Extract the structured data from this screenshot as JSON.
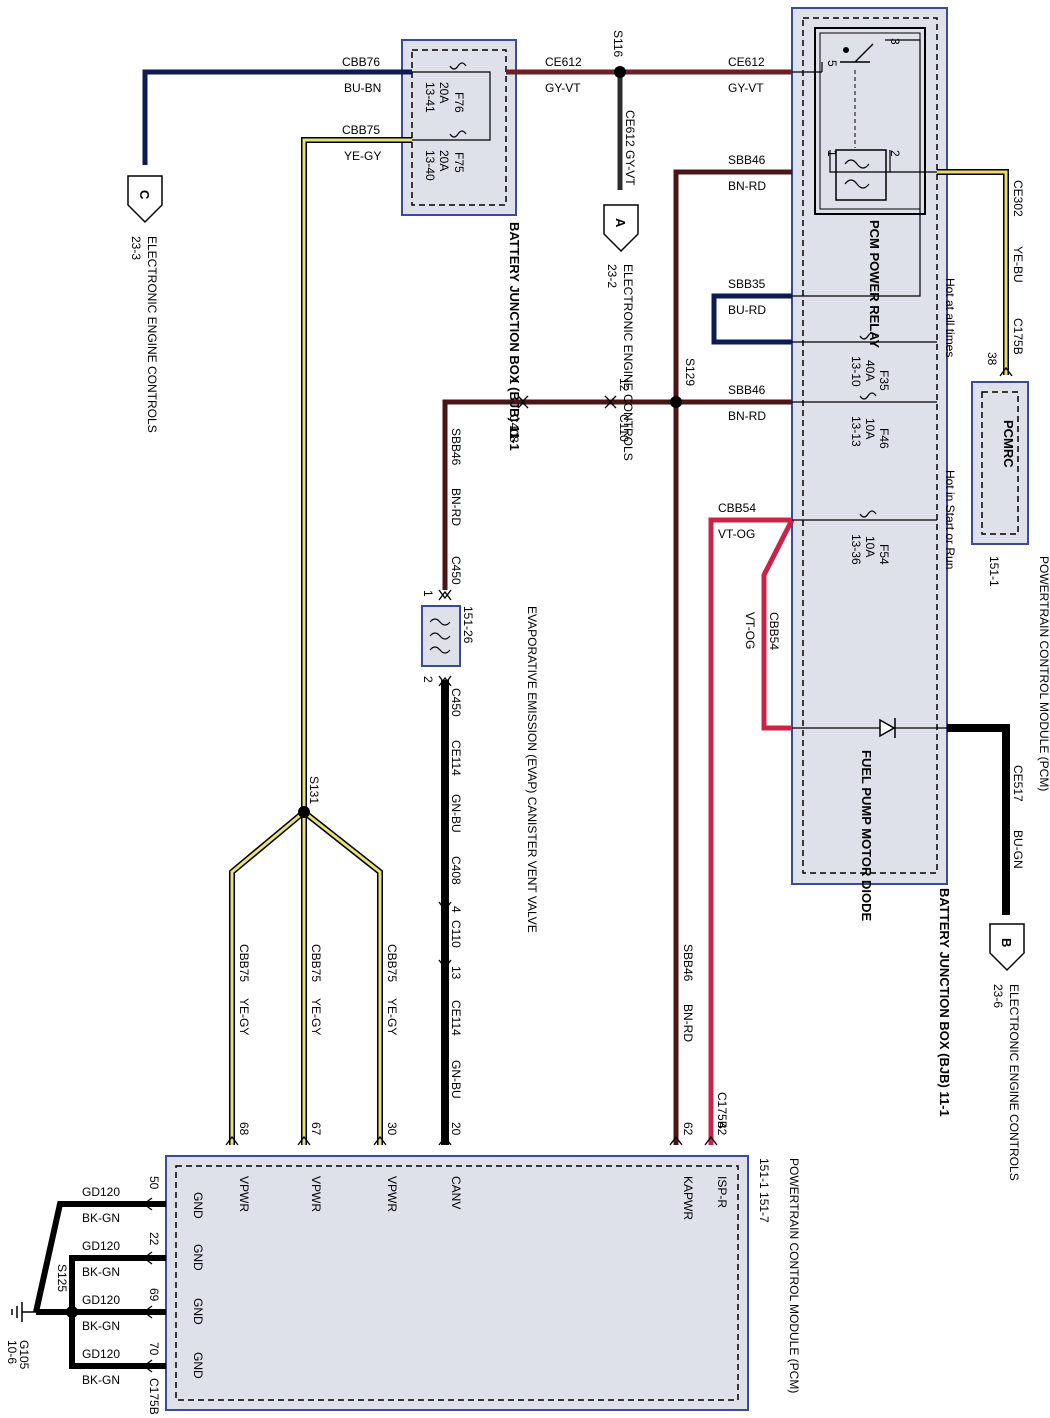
{
  "colors": {
    "gy_vt": "#6b1f26",
    "bu_bn": "#0d1b52",
    "ye_gy": "#e8e27a",
    "bn_rd": "#4a1515",
    "bu_rd": "#0d1b52",
    "vt_og": "#c8244a",
    "bk_gn": "#000000",
    "ye_bu": "#ecd96b",
    "box_fill": "#dfe1ea",
    "box_border": "#3a4a9c"
  },
  "bjb_top": {
    "title": "BATTERY JUNCTION BOX (BJB) 11-1",
    "fuse76": {
      "name": "F76",
      "rating": "20A",
      "pos": "13-41"
    },
    "fuse75": {
      "name": "F75",
      "rating": "20A",
      "pos": "13-40"
    }
  },
  "bjb_main": {
    "title": "BATTERY JUNCTION BOX (BJB) 11-1",
    "relay": "PCM POWER RELAY",
    "relay_pins": [
      "3",
      "5",
      "1",
      "2"
    ],
    "f35": {
      "name": "F35",
      "rating": "40A",
      "pos": "13-10"
    },
    "f46": {
      "name": "F46",
      "rating": "10A",
      "pos": "13-13"
    },
    "f54": {
      "name": "F54",
      "rating": "10A",
      "pos": "13-36"
    },
    "hot_all": "Hot at all times",
    "hot_start": "Hot in Start or Run",
    "diode": "FUEL PUMP MOTOR DIODE"
  },
  "wires": {
    "cbb76": {
      "circuit": "CBB76",
      "color": "BU-BN"
    },
    "cbb75": {
      "circuit": "CBB75",
      "color": "YE-GY"
    },
    "ce612": {
      "circuit": "CE612",
      "color": "GY-VT"
    },
    "sbb46": {
      "circuit": "SBB46",
      "color": "BN-RD"
    },
    "sbb35": {
      "circuit": "SBB35",
      "color": "BU-RD"
    },
    "cbb54": {
      "circuit": "CBB54",
      "color": "VT-OG"
    },
    "ce302": {
      "circuit": "CE302",
      "color": "YE-BU"
    },
    "ce517": {
      "circuit": "CE517",
      "color": "BU-GN"
    },
    "ce114": {
      "circuit": "CE114",
      "color": "GN-BU"
    },
    "gd120": {
      "circuit": "GD120",
      "color": "BK-GN"
    }
  },
  "splices": {
    "s116": "S116",
    "s129": "S129",
    "s131": "S131",
    "s125": "S125"
  },
  "connectors": {
    "c408": "C408",
    "c110": "C110",
    "c450": "C450",
    "c175b": "C175B",
    "c408_pin1": "1",
    "c110_pin12": "12",
    "c450_pin1": "1",
    "c450_pin2": "2",
    "c408_pin4": "4",
    "c110_pin13": "13",
    "c175b_pin38": "38"
  },
  "refs": {
    "c": {
      "letter": "C",
      "page": "23-3",
      "label": "ELECTRONIC ENGINE CONTROLS"
    },
    "a": {
      "letter": "A",
      "page": "23-2",
      "label": "ELECTRONIC ENGINE CONTROLS"
    },
    "b": {
      "letter": "B",
      "page": "23-6",
      "label": "ELECTRONIC ENGINE CONTROLS"
    }
  },
  "evap": {
    "title": "EVAPORATIVE EMISSION (EVAP) CANISTER VENT VALVE",
    "page": "151-26"
  },
  "pcmrc": {
    "label": "PCMRC",
    "title": "POWERTRAIN CONTROL MODULE (PCM)",
    "page": "151-1"
  },
  "pcm": {
    "title": "POWERTRAIN CONTROL MODULE (PCM)",
    "pages": "151-1   151-7",
    "connector": "C175B",
    "pins": [
      {
        "num": "42",
        "name": "ISP-R"
      },
      {
        "num": "62",
        "name": "KAPWR"
      },
      {
        "num": "20",
        "name": "CANV"
      },
      {
        "num": "30",
        "name": "VPWR"
      },
      {
        "num": "67",
        "name": "VPWR"
      },
      {
        "num": "68",
        "name": "VPWR"
      }
    ],
    "gnd_pins": [
      {
        "num": "50",
        "name": "GND"
      },
      {
        "num": "22",
        "name": "GND"
      },
      {
        "num": "69",
        "name": "GND"
      },
      {
        "num": "70",
        "name": "GND"
      }
    ]
  },
  "ground": {
    "name": "G105",
    "page": "10-6"
  }
}
